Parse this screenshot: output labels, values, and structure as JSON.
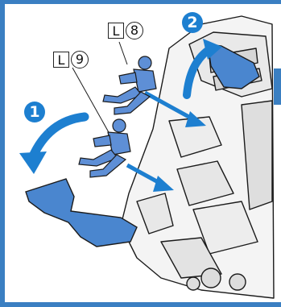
{
  "steps": [
    {
      "number": "1"
    },
    {
      "number": "2"
    }
  ],
  "parts": [
    {
      "letter": "L",
      "number": "8"
    },
    {
      "letter": "L",
      "number": "9"
    }
  ],
  "colors": {
    "frame": "#3a7fc2",
    "accent_blue": "#1d7fd0",
    "mech_blue": "#4a86cf",
    "figure_blue": "#5e8fd6",
    "line": "#1b1b1b"
  },
  "icons": [
    "curved-arrow-icon",
    "pilot-figure-icon",
    "mech-cockpit-icon"
  ]
}
